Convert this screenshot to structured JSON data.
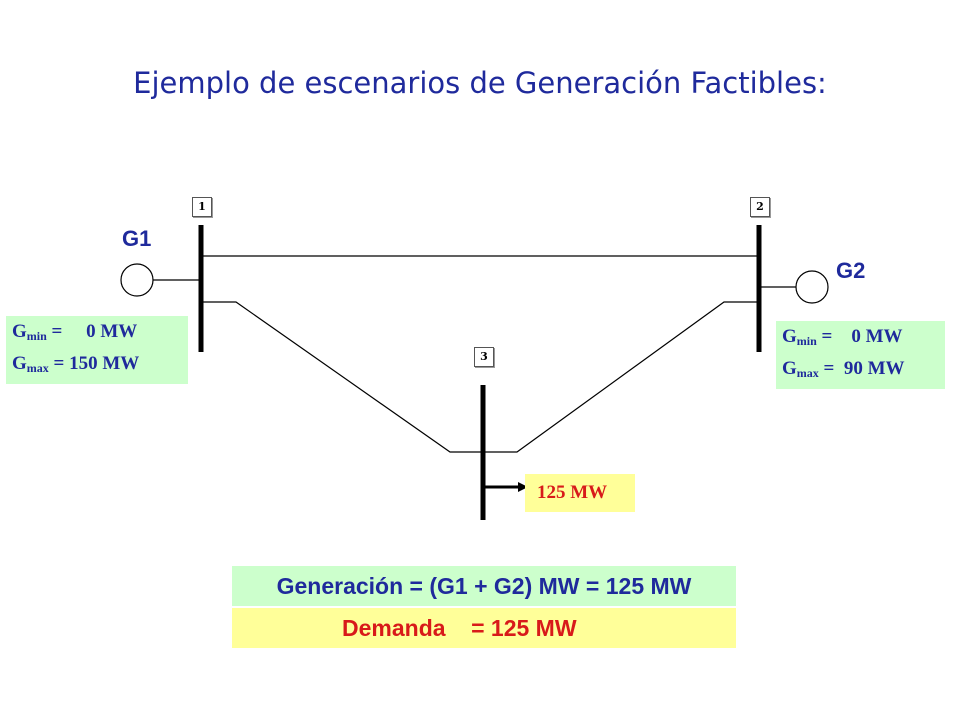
{
  "title": "Ejemplo de escenarios de Generación Factibles:",
  "buses": [
    {
      "number": "1"
    },
    {
      "number": "2"
    },
    {
      "number": "3"
    }
  ],
  "generators": {
    "g1": {
      "label": "G1",
      "gmin_symbol": "G",
      "gmin_sub": "min",
      "gmin_value": "=     0 MW",
      "gmax_symbol": "G",
      "gmax_sub": "max",
      "gmax_value": "= 150 MW"
    },
    "g2": {
      "label": "G2",
      "gmin_symbol": "G",
      "gmin_sub": "min",
      "gmin_value": "=    0 MW",
      "gmax_symbol": "G",
      "gmax_sub": "max",
      "gmax_value": "=  90 MW"
    }
  },
  "load": {
    "label": "125 MW"
  },
  "summary": {
    "generation": "Generación = (G1 + G2) MW = 125 MW",
    "demand": "Demanda    = 125 MW"
  },
  "colors": {
    "title": "#1f2a9c",
    "limits_bg": "#ccffcc",
    "load_bg": "#ffff99",
    "load_text": "#d81a1a"
  }
}
